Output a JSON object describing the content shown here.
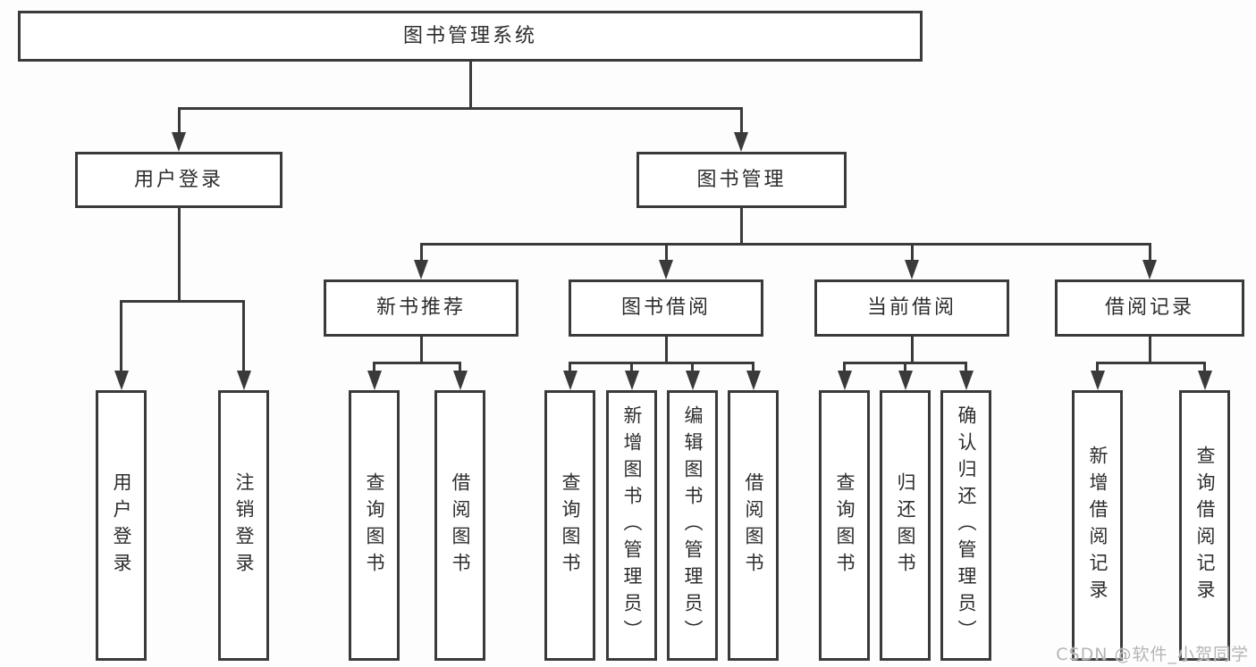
{
  "diagram": {
    "title": "图书管理系统",
    "nodes": {
      "root": {
        "label": "图书管理系统"
      },
      "user-login": {
        "label": "用户登录"
      },
      "book-mgmt": {
        "label": "图书管理"
      },
      "new-book-rec": {
        "label": "新书推荐"
      },
      "book-borrow": {
        "label": "图书借阅"
      },
      "current-borrow": {
        "label": "当前借阅"
      },
      "borrow-records": {
        "label": "借阅记录"
      },
      "login": {
        "label": "用户登录"
      },
      "logout": {
        "label": "注销登录"
      },
      "rec-query-books": {
        "label": "查询图书"
      },
      "rec-borrow-books": {
        "label": "借阅图书"
      },
      "bb-query-books": {
        "label": "查询图书"
      },
      "bb-add-books": {
        "label": "新增图书（管理员）"
      },
      "bb-edit-books": {
        "label": "编辑图书（管理员）"
      },
      "bb-borrow-books": {
        "label": "借阅图书"
      },
      "cb-query-books": {
        "label": "查询图书"
      },
      "cb-return-books": {
        "label": "归还图书"
      },
      "cb-confirm-return": {
        "label": "确认归还（管理员）"
      },
      "br-add-record": {
        "label": "新增借阅记录"
      },
      "br-query-record": {
        "label": "查询借阅记录"
      }
    },
    "hierarchy": {
      "root": [
        "user-login",
        "book-mgmt"
      ],
      "user-login": [
        "login",
        "logout"
      ],
      "book-mgmt": [
        "new-book-rec",
        "book-borrow",
        "current-borrow",
        "borrow-records"
      ],
      "new-book-rec": [
        "rec-query-books",
        "rec-borrow-books"
      ],
      "book-borrow": [
        "bb-query-books",
        "bb-add-books",
        "bb-edit-books",
        "bb-borrow-books"
      ],
      "current-borrow": [
        "cb-query-books",
        "cb-return-books",
        "cb-confirm-return"
      ],
      "borrow-records": [
        "br-add-record",
        "br-query-record"
      ]
    }
  },
  "watermark": {
    "text": "CSDN @软件_小贺同学"
  },
  "colors": {
    "line": "#3a3a3a",
    "text": "#2d2d2d",
    "box_background": "#ffffff",
    "page_background": "#fdfdfd",
    "watermark": "#b5b5b5"
  }
}
